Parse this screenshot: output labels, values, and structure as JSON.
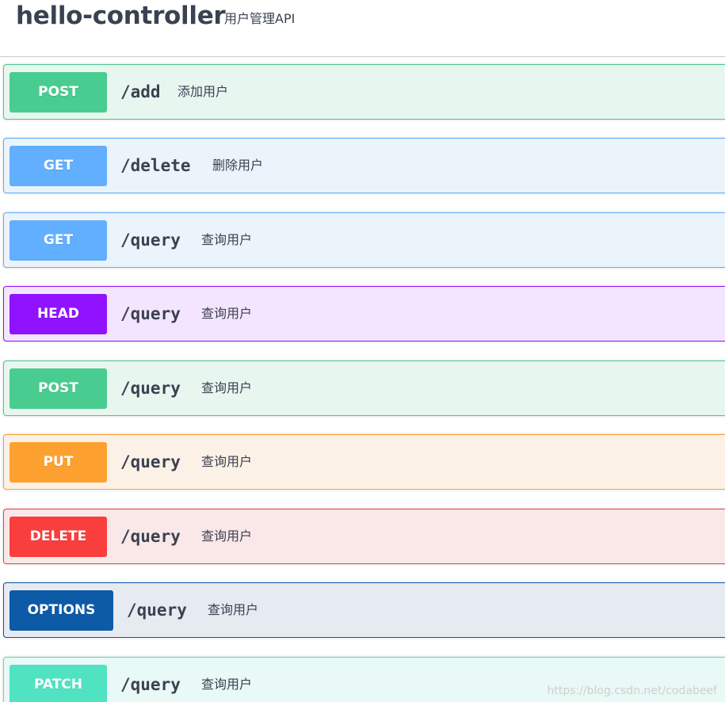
{
  "tag": {
    "name": "hello-controller",
    "description": "用户管理API"
  },
  "operations": [
    {
      "method": "POST",
      "path": "/add",
      "summary": "添加用户",
      "color": "#49cc90",
      "bg": "#e8f6f0"
    },
    {
      "method": "GET",
      "path": "/delete",
      "summary": "删除用户",
      "color": "#61affe",
      "bg": "#ebf3fb"
    },
    {
      "method": "GET",
      "path": "/query",
      "summary": "查询用户",
      "color": "#61affe",
      "bg": "#ebf3fb"
    },
    {
      "method": "HEAD",
      "path": "/query",
      "summary": "查询用户",
      "color": "#9012fe",
      "bg": "#f3e5fe"
    },
    {
      "method": "POST",
      "path": "/query",
      "summary": "查询用户",
      "color": "#49cc90",
      "bg": "#e8f6f0"
    },
    {
      "method": "PUT",
      "path": "/query",
      "summary": "查询用户",
      "color": "#fca130",
      "bg": "#fbf1e6"
    },
    {
      "method": "DELETE",
      "path": "/query",
      "summary": "查询用户",
      "color": "#f93e3e",
      "bg": "#fae7e7"
    },
    {
      "method": "OPTIONS",
      "path": "/query",
      "summary": "查询用户",
      "color": "#0d5aa7",
      "bg": "#e6ebf2"
    },
    {
      "method": "PATCH",
      "path": "/query",
      "summary": "查询用户",
      "color": "#50e3c2",
      "bg": "#e9f9f5"
    }
  ],
  "watermark": "https://blog.csdn.net/codabeef"
}
